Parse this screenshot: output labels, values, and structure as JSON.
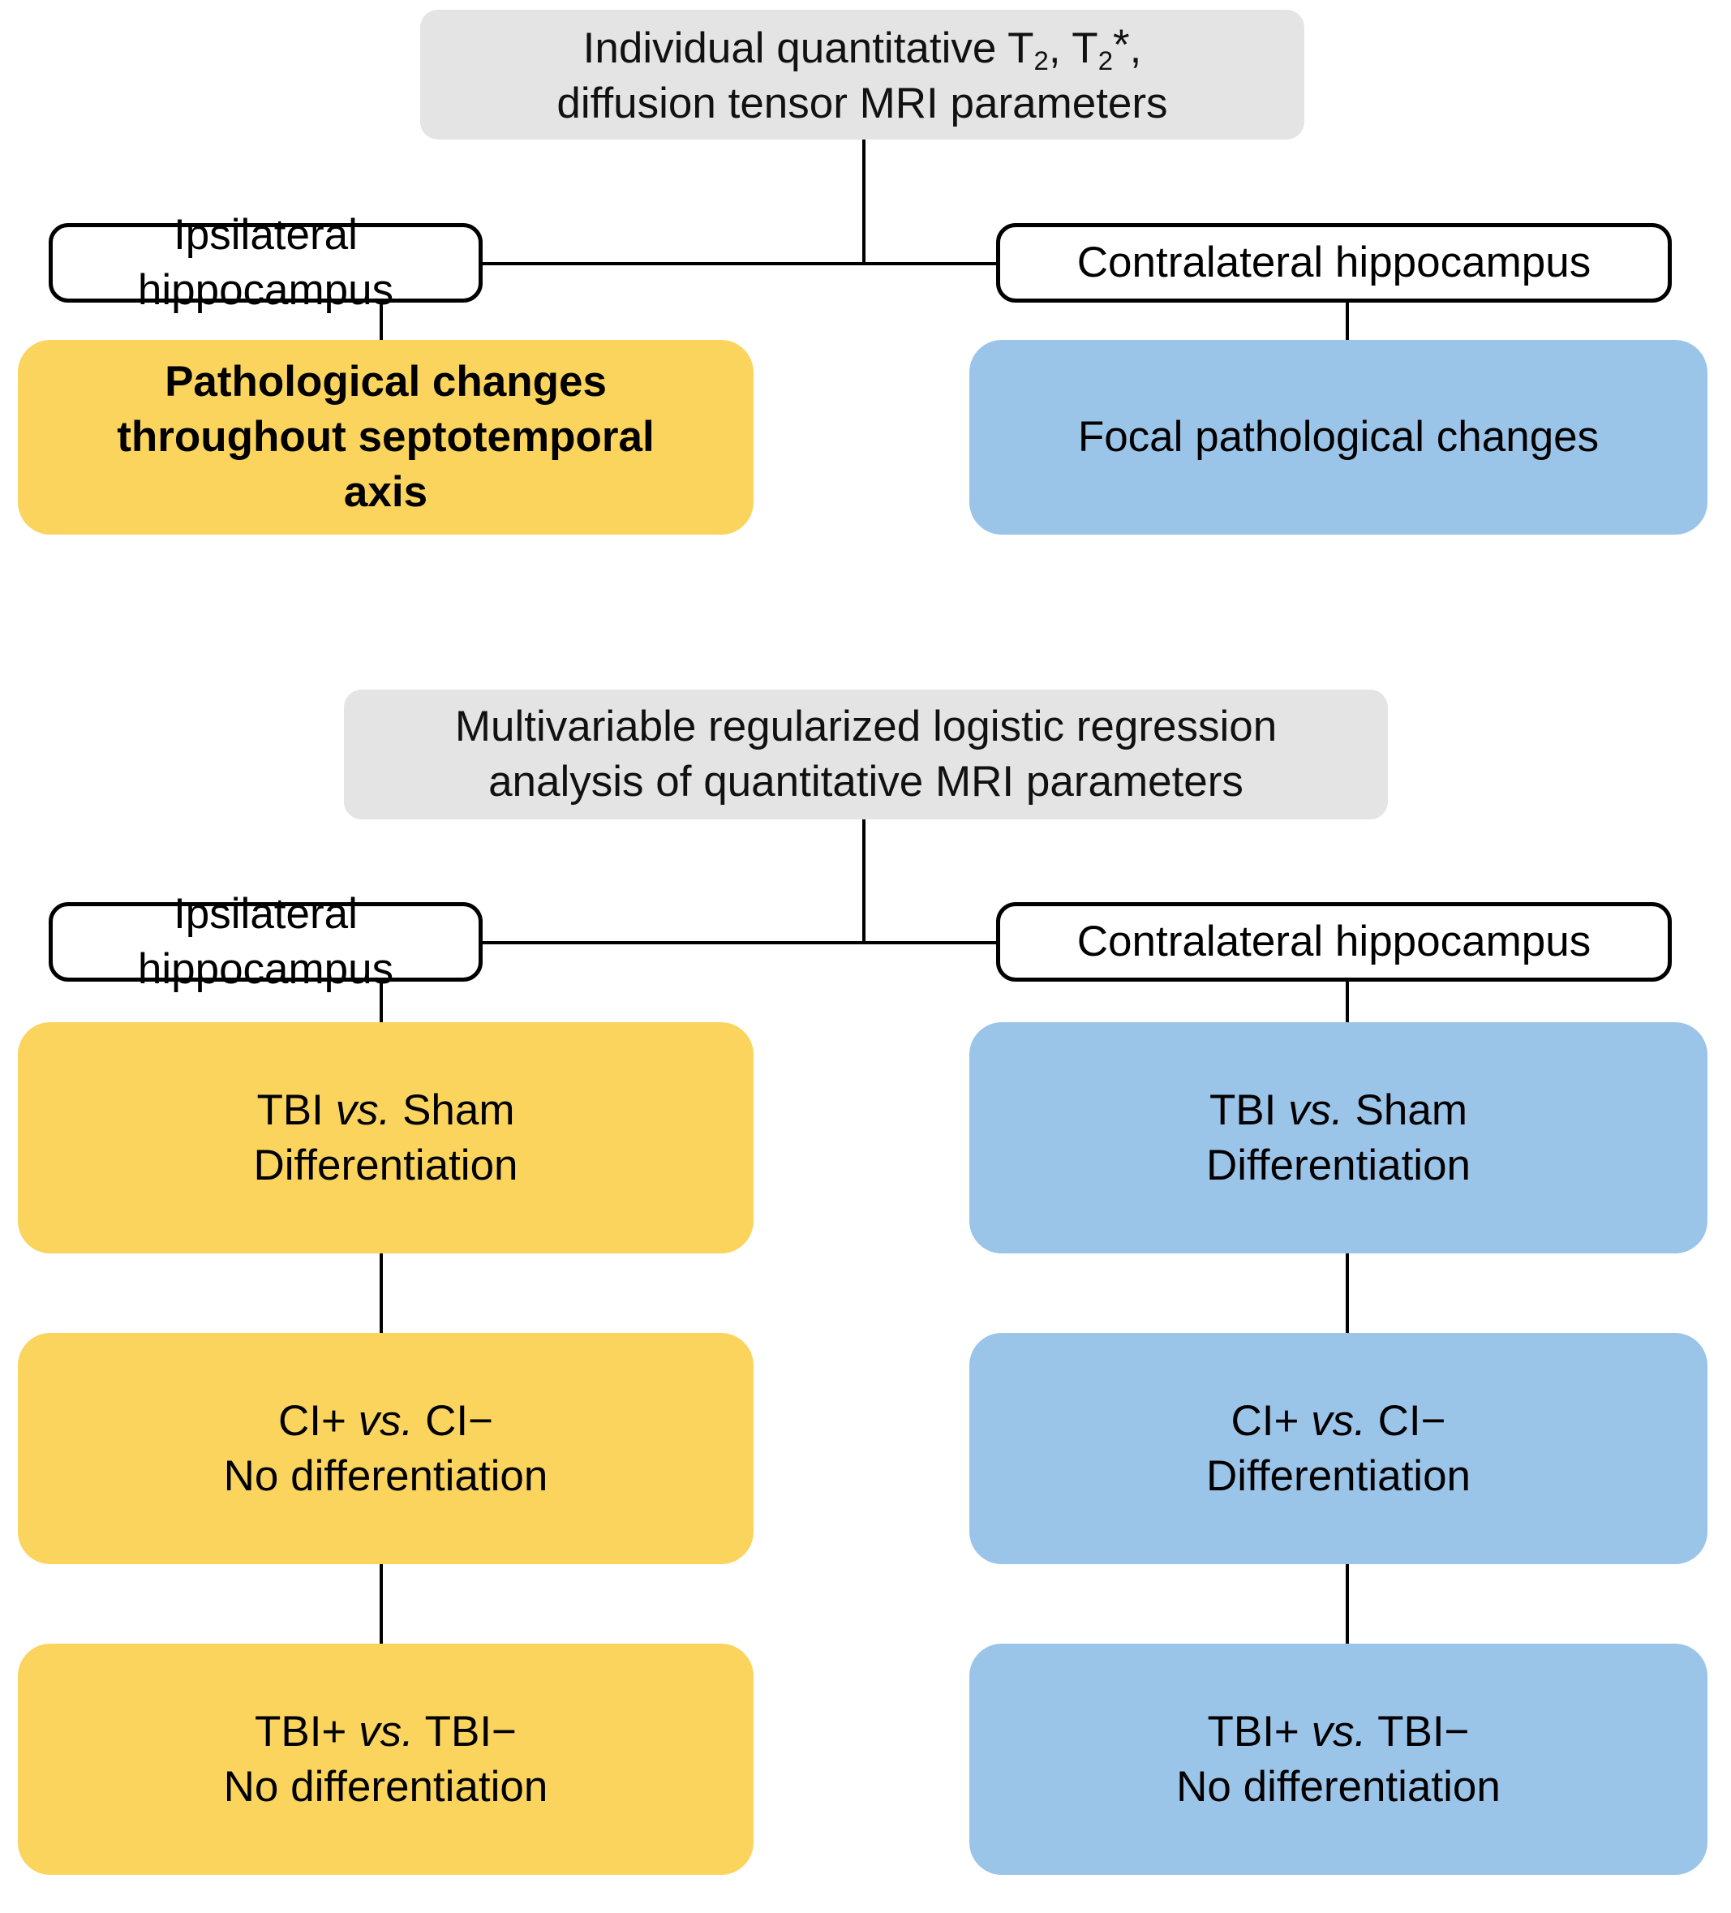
{
  "figure": {
    "type": "flowchart",
    "colors": {
      "header_gray": "#E4E4E4",
      "ipsilateral_yellow": "#FAD45D",
      "contralateral_blue": "#9BC4E9",
      "box_outline": "#000000",
      "background": "#FFFFFF",
      "text": "#000000"
    }
  },
  "section1": {
    "header": {
      "line1_prefix": "Individual quantitative T",
      "line1_sub1": "2",
      "line1_mid": ", T",
      "line1_sub2": "2",
      "line1_star": "*",
      "line1_suffix": ",",
      "line2": "diffusion tensor MRI parameters",
      "plain_text": "Individual quantitative T2, T2*, diffusion tensor MRI parameters"
    },
    "left_branch": {
      "label": "Ipsilateral hippocampus",
      "outcome": "Pathological changes\nthroughout septotemporal\naxis"
    },
    "right_branch": {
      "label": "Contralateral hippocampus",
      "outcome": "Focal pathological changes"
    }
  },
  "section2": {
    "header": {
      "line1": "Multivariable regularized logistic regression",
      "line2": "analysis of quantitative MRI parameters",
      "plain_text": "Multivariable regularized logistic regression analysis of quantitative MRI parameters"
    },
    "left_branch": {
      "label": "Ipsilateral hippocampus",
      "results": [
        {
          "comparison_pre": "TBI ",
          "comparison_vs": "vs.",
          "comparison_post": " Sham",
          "result": "Differentiation"
        },
        {
          "comparison_pre": "CI+ ",
          "comparison_vs": "vs.",
          "comparison_post": " CI−",
          "result": "No differentiation"
        },
        {
          "comparison_pre": "TBI+ ",
          "comparison_vs": "vs.",
          "comparison_post": " TBI−",
          "result": "No differentiation"
        }
      ]
    },
    "right_branch": {
      "label": "Contralateral hippocampus",
      "results": [
        {
          "comparison_pre": "TBI ",
          "comparison_vs": "vs.",
          "comparison_post": " Sham",
          "result": "Differentiation"
        },
        {
          "comparison_pre": "CI+ ",
          "comparison_vs": "vs.",
          "comparison_post": " CI−",
          "result": "Differentiation"
        },
        {
          "comparison_pre": "TBI+ ",
          "comparison_vs": "vs.",
          "comparison_post": " TBI−",
          "result": "No differentiation"
        }
      ]
    }
  }
}
